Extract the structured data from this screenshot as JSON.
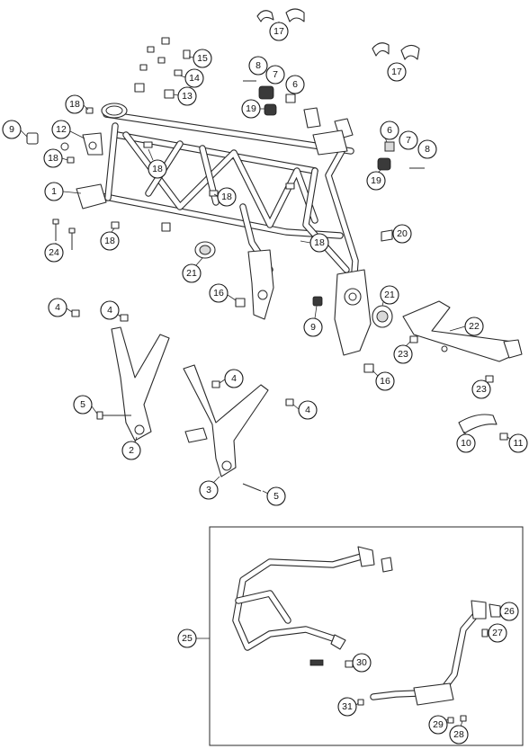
{
  "callouts": [
    {
      "id": "c17a",
      "label": "17"
    },
    {
      "id": "c15",
      "label": "15"
    },
    {
      "id": "c14",
      "label": "14"
    },
    {
      "id": "c13",
      "label": "13"
    },
    {
      "id": "c8a",
      "label": "8"
    },
    {
      "id": "c7a",
      "label": "7"
    },
    {
      "id": "c6a",
      "label": "6"
    },
    {
      "id": "c17b",
      "label": "17"
    },
    {
      "id": "c19a",
      "label": "19"
    },
    {
      "id": "c18a",
      "label": "18"
    },
    {
      "id": "c9a",
      "label": "9"
    },
    {
      "id": "c12",
      "label": "12"
    },
    {
      "id": "c6b",
      "label": "6"
    },
    {
      "id": "c7b",
      "label": "7"
    },
    {
      "id": "c8b",
      "label": "8"
    },
    {
      "id": "c18b",
      "label": "18"
    },
    {
      "id": "c18c",
      "label": "18"
    },
    {
      "id": "c19b",
      "label": "19"
    },
    {
      "id": "c1",
      "label": "1"
    },
    {
      "id": "c18d",
      "label": "18"
    },
    {
      "id": "c24",
      "label": "24"
    },
    {
      "id": "c18e",
      "label": "18"
    },
    {
      "id": "c20",
      "label": "20"
    },
    {
      "id": "c18f",
      "label": "18"
    },
    {
      "id": "c21a",
      "label": "21"
    },
    {
      "id": "c16a",
      "label": "16"
    },
    {
      "id": "c21b",
      "label": "21"
    },
    {
      "id": "c4a",
      "label": "4"
    },
    {
      "id": "c4b",
      "label": "4"
    },
    {
      "id": "c9b",
      "label": "9"
    },
    {
      "id": "c22",
      "label": "22"
    },
    {
      "id": "c23a",
      "label": "23"
    },
    {
      "id": "c4c",
      "label": "4"
    },
    {
      "id": "c16b",
      "label": "16"
    },
    {
      "id": "c23b",
      "label": "23"
    },
    {
      "id": "c5a",
      "label": "5"
    },
    {
      "id": "c4d",
      "label": "4"
    },
    {
      "id": "c2",
      "label": "2"
    },
    {
      "id": "c10",
      "label": "10"
    },
    {
      "id": "c11",
      "label": "11"
    },
    {
      "id": "c3",
      "label": "3"
    },
    {
      "id": "c5b",
      "label": "5"
    },
    {
      "id": "c25",
      "label": "25"
    },
    {
      "id": "c26",
      "label": "26"
    },
    {
      "id": "c27",
      "label": "27"
    },
    {
      "id": "c30",
      "label": "30"
    },
    {
      "id": "c31",
      "label": "31"
    },
    {
      "id": "c29",
      "label": "29"
    },
    {
      "id": "c28",
      "label": "28"
    }
  ]
}
